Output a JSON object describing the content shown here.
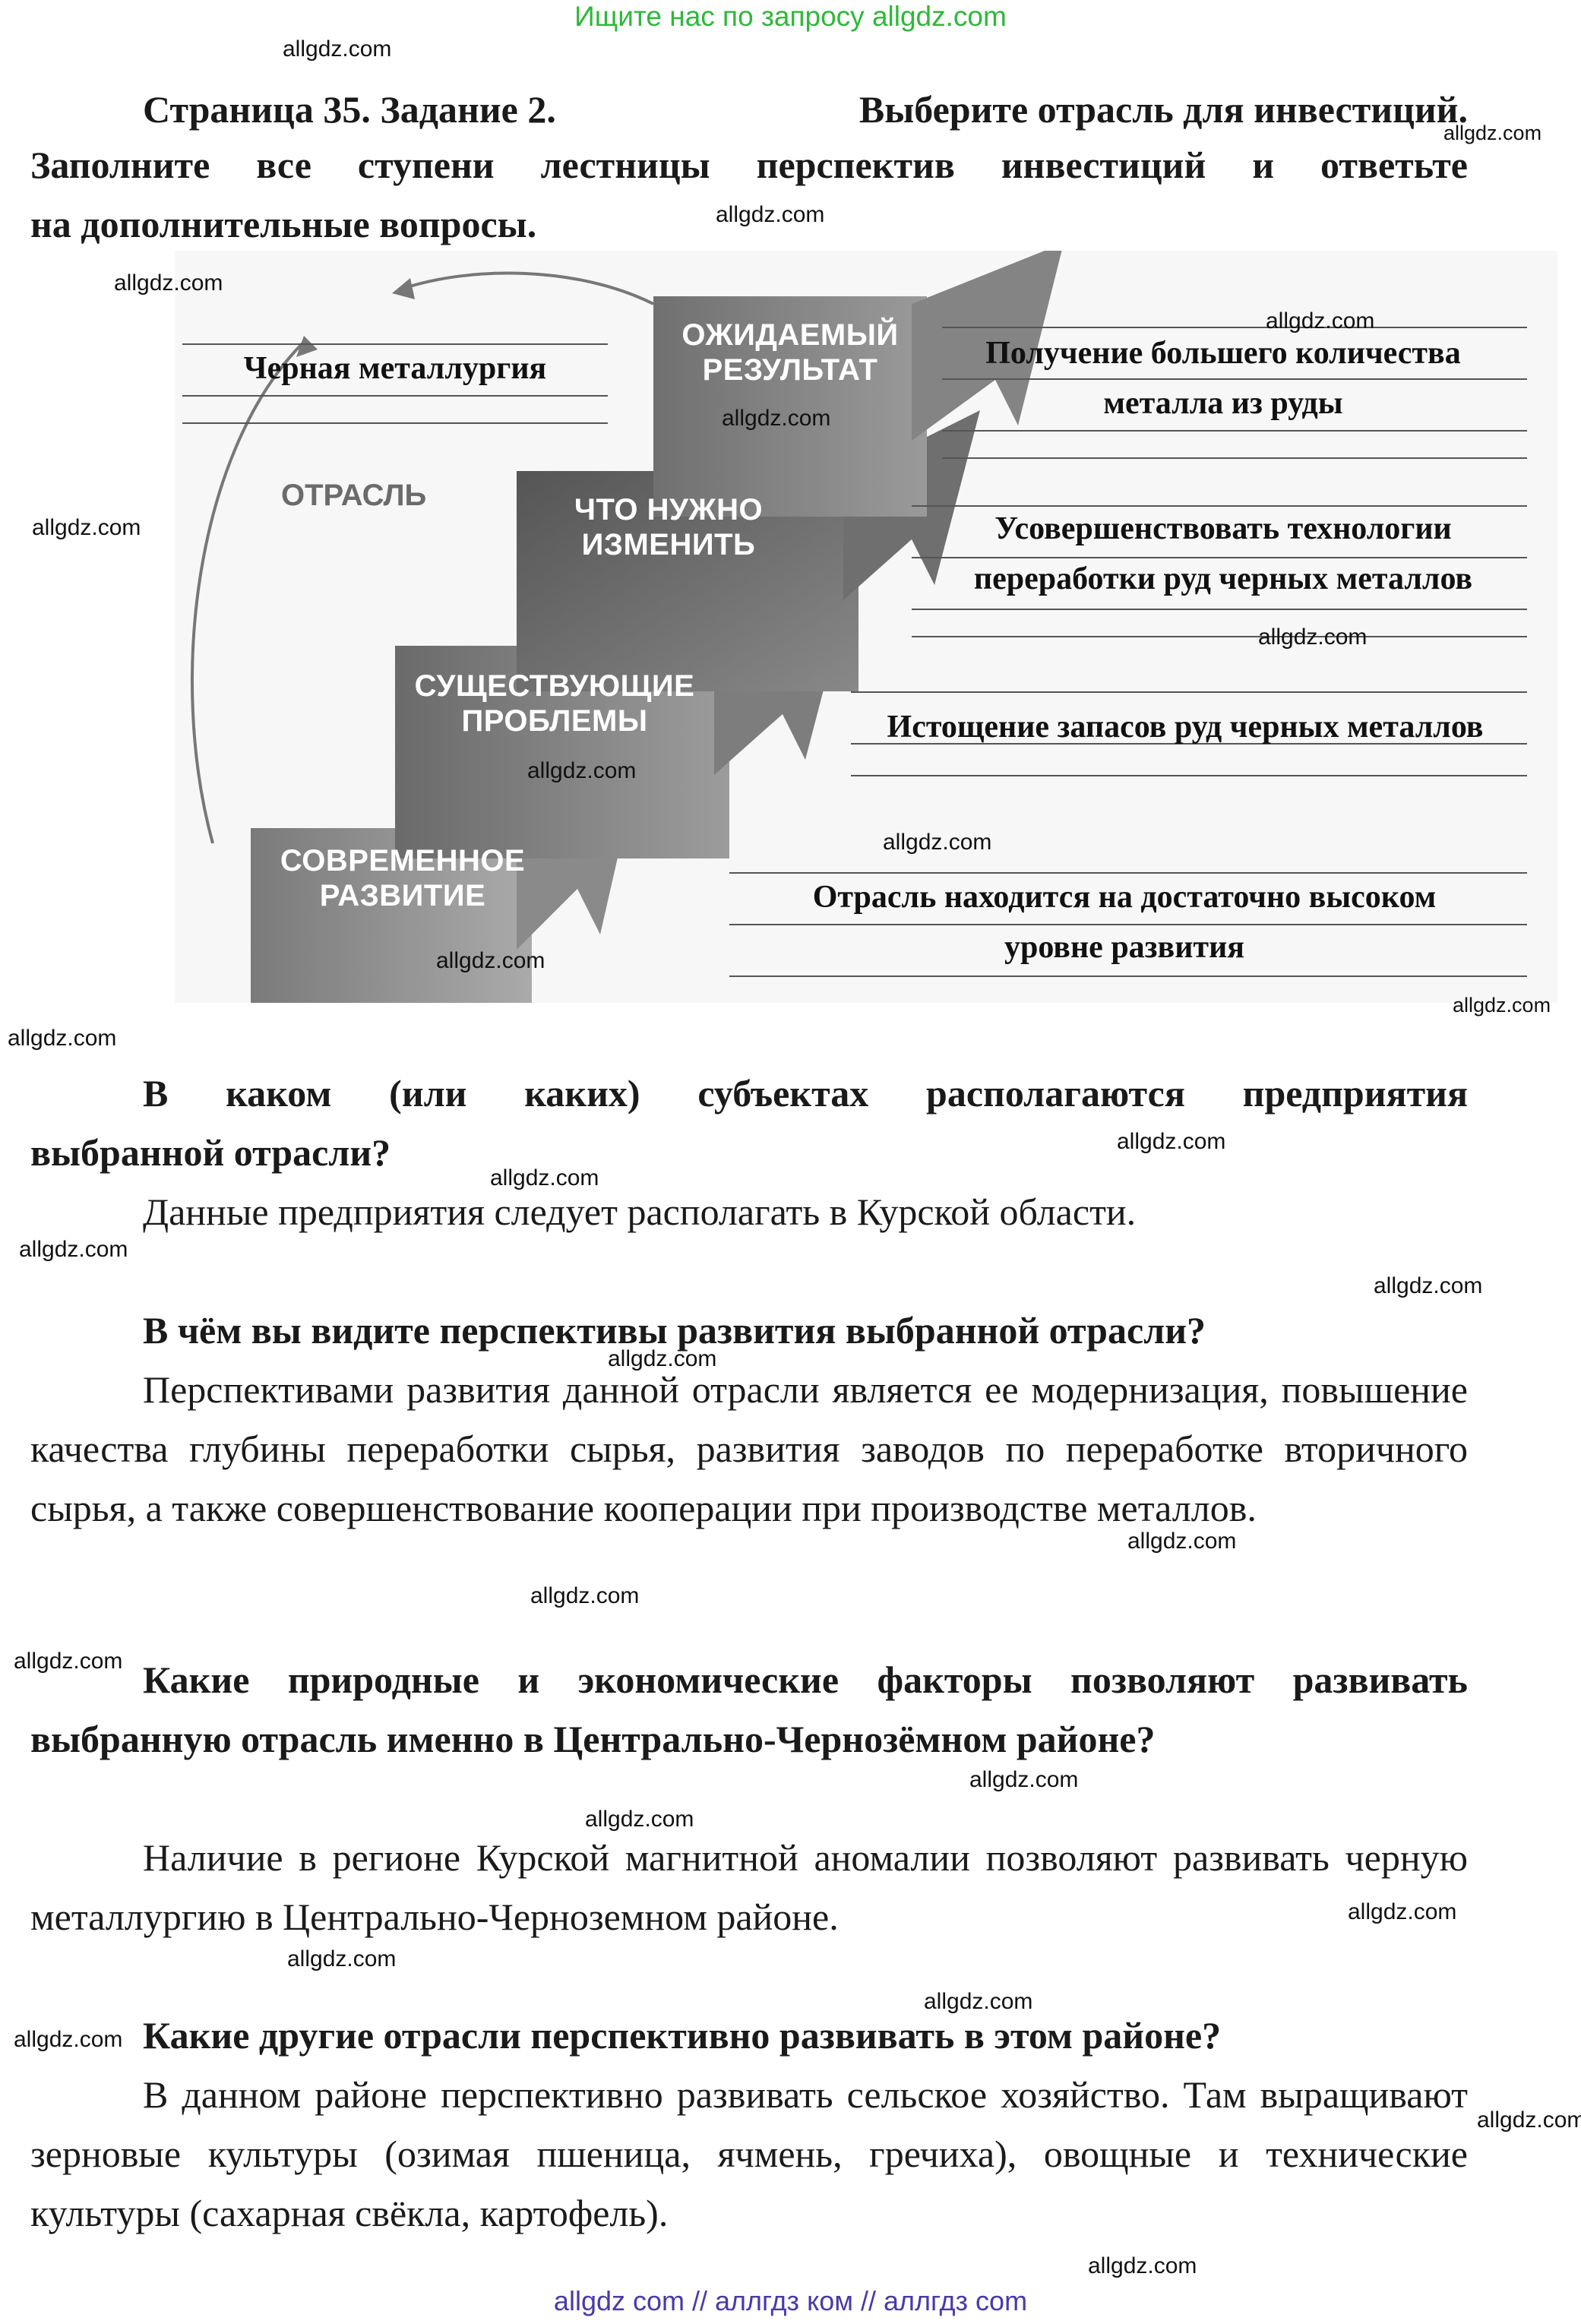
{
  "banner_top": "Ищите нас по запросу allgdz.com",
  "watermark": "allgdz.com",
  "task": {
    "line1_left": "Страница 35. Задание 2.",
    "line1_right": "Выберите отрасль для инвестиций.",
    "line2": "Заполните все ступени лестницы перспектив инвестиций и ответьте",
    "line3": "на дополнительные вопросы."
  },
  "diagram": {
    "steps": {
      "result_1": "ОЖИДАЕМЫЙ",
      "result_2": "РЕЗУЛЬТАТ",
      "change_1": "ЧТО НУЖНО",
      "change_2": "ИЗМЕНИТЬ",
      "problems_1": "СУЩЕСТВУЮЩИЕ",
      "problems_2": "ПРОБЛЕМЫ",
      "current_1": "СОВРЕМЕННОЕ",
      "current_2": "РАЗВИТИЕ",
      "industry": "ОТРАСЛЬ"
    },
    "answers": {
      "industry": "Черная металлургия",
      "result_1": "Получение большего количества",
      "result_2": "металла из руды",
      "change_1": "Усовершенствовать технологии",
      "change_2": "переработки руд черных металлов",
      "problems": "Истощение запасов руд черных металлов",
      "current_1": "Отрасль находится на достаточно высоком",
      "current_2": "уровне развития"
    }
  },
  "q1": {
    "question_1": "В каком (или каких) субъектах располагаются предприятия",
    "question_2": "выбранной отрасли?",
    "answer": "Данные предприятия следует располагать в Курской области."
  },
  "q2": {
    "question": "В чём вы видите перспективы развития выбранной отрасли?",
    "answer": "Перспективами развития данной отрасли является ее модернизация, повышение качества глубины переработки сырья, развития заводов по переработке вторичного сырья, а также совершенствование кооперации при производстве металлов."
  },
  "q3": {
    "question": "Какие природные и экономические факторы позволяют развивать выбранную отрасль именно в Центрально-Чернозёмном районе?",
    "answer": "Наличие в регионе Курской магнитной аномалии позволяют развивать черную металлургию в Центрально-Черноземном районе."
  },
  "q4": {
    "question": "Какие другие отрасли перспективно развивать в этом районе?",
    "answer": "В данном районе перспективно развивать сельское хозяйство. Там выращивают зерновые культуры (озимая пшеница, ячмень, гречиха), овощные и технические культуры (сахарная свёкла, картофель)."
  },
  "banner_bottom": "allgdz com // аллгдз ком // аллгдз com"
}
